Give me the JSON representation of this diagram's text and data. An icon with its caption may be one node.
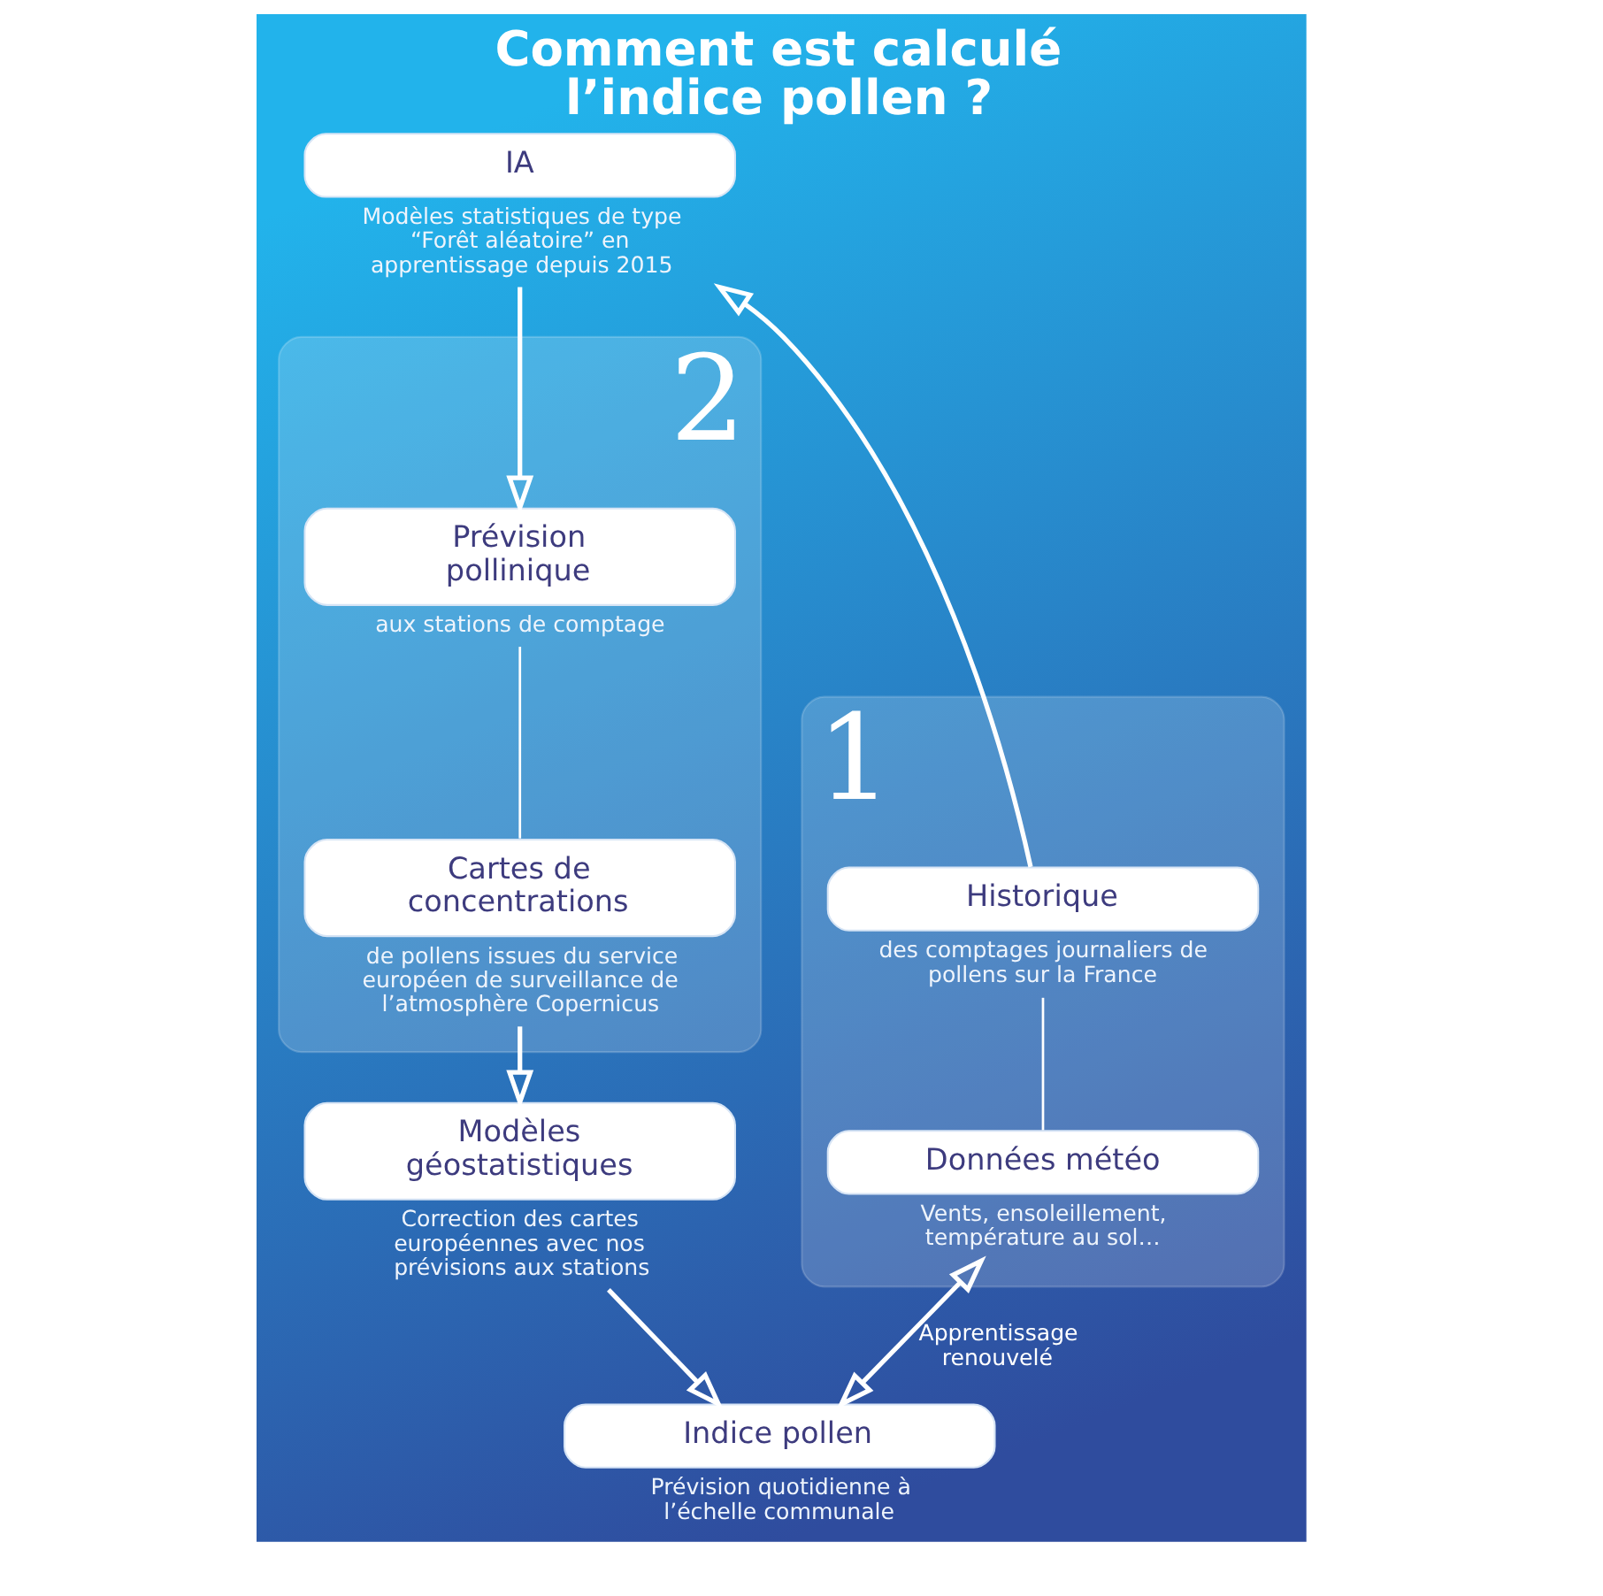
{
  "diagram": {
    "title": "Comment est calculé l’indice pollen ?",
    "nodes": [
      {
        "text": [
          "1"
        ]
      },
      {
        "text": [
          "Historique",
          "des comptages journaliers de pollens sur la France"
        ],
        "in": 0
      },
      {
        "text": [
          "Données météo",
          "Vents, ensoleillement, température au sol…"
        ],
        "in": 0
      },
      {
        "text": [
          "IA",
          "Modèles statistiques de type “Forêt aléatoire” en apprentissage depuis 2015"
        ]
      },
      {
        "text": [
          "2"
        ]
      },
      {
        "text": [
          "Prévision pollinique",
          "aux stations de comptage"
        ],
        "in": 4
      },
      {
        "text": [
          "Cartes de concentrations",
          "de pollens issues du service européen de surveillance de l’atmosphère Copernicus"
        ],
        "in": 4
      },
      {
        "text": [
          "Modèles géostatistiques",
          "Correction des cartes européennes avec nos prévisions aux stations"
        ]
      },
      {
        "text": [
          "Indice pollen",
          "Prévision quotidienne à l’échelle communale"
        ]
      }
    ],
    "edges": [
      {
        "from": 1,
        "to": 3,
        "arrow": "to"
      },
      {
        "from": 3,
        "to": 5,
        "arrow": "to"
      },
      {
        "from": 5,
        "to": 6,
        "arrow": "none"
      },
      {
        "from": 6,
        "to": 7,
        "arrow": "to"
      },
      {
        "from": 7,
        "to": 8,
        "arrow": "to"
      },
      {
        "from": 2,
        "to": 8,
        "arrow": "both",
        "label": "Apprentissage renouvelé"
      },
      {
        "from": 1,
        "to": 2,
        "arrow": "none"
      }
    ]
  }
}
